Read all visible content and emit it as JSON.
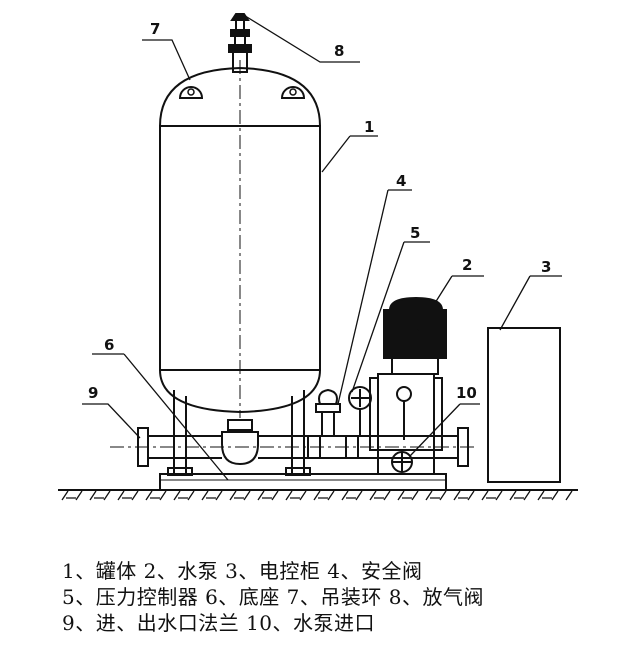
{
  "callouts": {
    "c1": "1",
    "c2": "2",
    "c3": "3",
    "c4": "4",
    "c5": "5",
    "c6": "6",
    "c7": "7",
    "c8": "8",
    "c9": "9",
    "c10": "10"
  },
  "legend": {
    "line1": "1、罐体  2、水泵  3、电控柜  4、安全阀",
    "line2": "5、压力控制器  6、底座  7、吊装环  8、放气阀",
    "line3": "9、进、出水口法兰  10、水泵进口"
  }
}
